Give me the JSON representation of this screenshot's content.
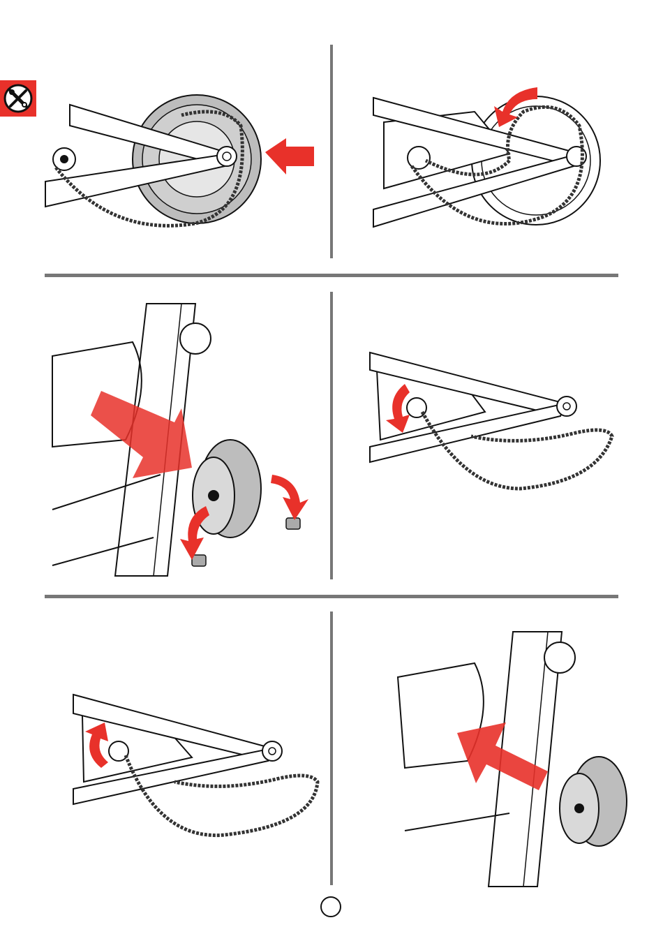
{
  "header": {
    "tab_icon": "tools-icon",
    "accent_color": "#e8312a"
  },
  "panels": [
    {
      "id": "step-1",
      "icon": "arrow-left-push-icon",
      "description_icon": "wheel-chain-assembly"
    },
    {
      "id": "step-2",
      "icon": "rotate-arrow-icon",
      "description_icon": "chain-over-sprocket"
    },
    {
      "id": "step-3",
      "icon": "wheel-removal-arrow-icon",
      "description_icon": "wheel-removed-with-spacers"
    },
    {
      "id": "step-4",
      "icon": "rotate-arrow-icon",
      "description_icon": "chain-loose"
    },
    {
      "id": "step-5",
      "icon": "rotate-arrow-icon",
      "description_icon": "chain-on-motor-sprocket"
    },
    {
      "id": "step-6",
      "icon": "arrow-push-icon",
      "description_icon": "wheel-reinstall"
    }
  ],
  "footer": {
    "page_number": ""
  },
  "colors": {
    "divider": "#777777",
    "arrow_red": "#e8312a",
    "wheel_gray": "#bdbdbd",
    "line": "#111111"
  }
}
